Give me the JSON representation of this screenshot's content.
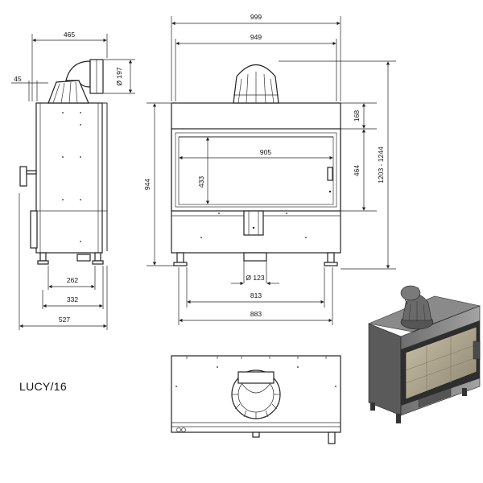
{
  "model_name": "LUCY/16",
  "side_view": {
    "width": "465",
    "flue_offset": "45",
    "flue_diameter": "Ø 197",
    "leg_span": "262",
    "base_depth": "332",
    "total_depth": "527"
  },
  "front_view": {
    "total_width": "999",
    "inner_width": "949",
    "glass_width": "905",
    "glass_height": "433",
    "top_to_glass": "168",
    "door_height": "464",
    "body_height": "944",
    "total_height": "1203 - 1244",
    "air_inlet_diameter": "Ø 123",
    "leg_span": "813",
    "base_width": "883"
  }
}
